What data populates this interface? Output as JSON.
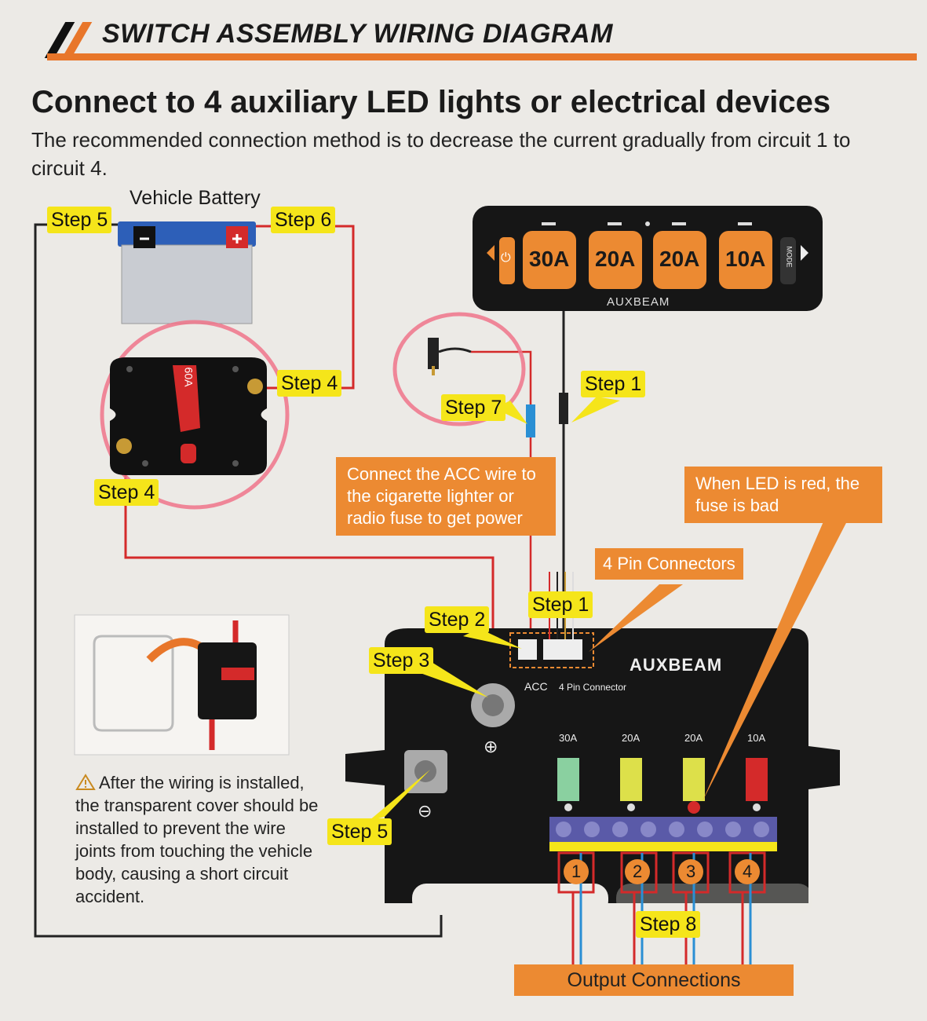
{
  "header": {
    "title": "SWITCH ASSEMBLY WIRING DIAGRAM",
    "heading": "Connect to 4 auxiliary LED lights or electrical devices",
    "subtext": "The recommended connection method is to decrease the current gradually from circuit 1 to circuit 4."
  },
  "battery": {
    "label": "Vehicle Battery",
    "neg_symbol": "−",
    "pos_symbol": "+"
  },
  "breaker": {
    "rating": "60A"
  },
  "switch_panel": {
    "buttons": [
      "30A",
      "20A",
      "20A",
      "10A"
    ],
    "brand": "AUXBEAM",
    "mode_label": "MODE",
    "power_symbol": "⏻"
  },
  "steps": {
    "step1_top": "Step 1",
    "step1_connector": "Step 1",
    "step2": "Step 2",
    "step3": "Step 3",
    "step4_top": "Step 4",
    "step4_bottom": "Step 4",
    "step5_top": "Step 5",
    "step5_bottom": "Step 5",
    "step6": "Step 6",
    "step7": "Step 7",
    "step8": "Step 8"
  },
  "callouts": {
    "acc": "Connect the ACC wire to the cigarette lighter or radio fuse to get power",
    "led": "When LED is red, the fuse is bad",
    "pin_connectors": "4 Pin Connectors",
    "output": "Output Connections"
  },
  "control_box": {
    "brand": "AUXBEAM",
    "acc_label": "ACC",
    "pin_label": "4 Pin Connector",
    "pos_terminal": "⊕",
    "neg_terminal": "⊖",
    "fuses": [
      "30A",
      "20A",
      "20A",
      "10A"
    ],
    "circuits": [
      "1",
      "2",
      "3",
      "4"
    ]
  },
  "caution": {
    "icon": "warning-triangle",
    "text": "After the wiring is installed, the transparent cover should be installed to prevent the wire joints from touching the vehicle body, causing a short circuit accident."
  },
  "colors": {
    "accent_orange": "#ec8a32",
    "label_yellow": "#f5e51a",
    "wire_red": "#d42a2a",
    "wire_blue": "#2a8fd4",
    "panel_black": "#161616",
    "highlight_pink": "#f0748a"
  }
}
